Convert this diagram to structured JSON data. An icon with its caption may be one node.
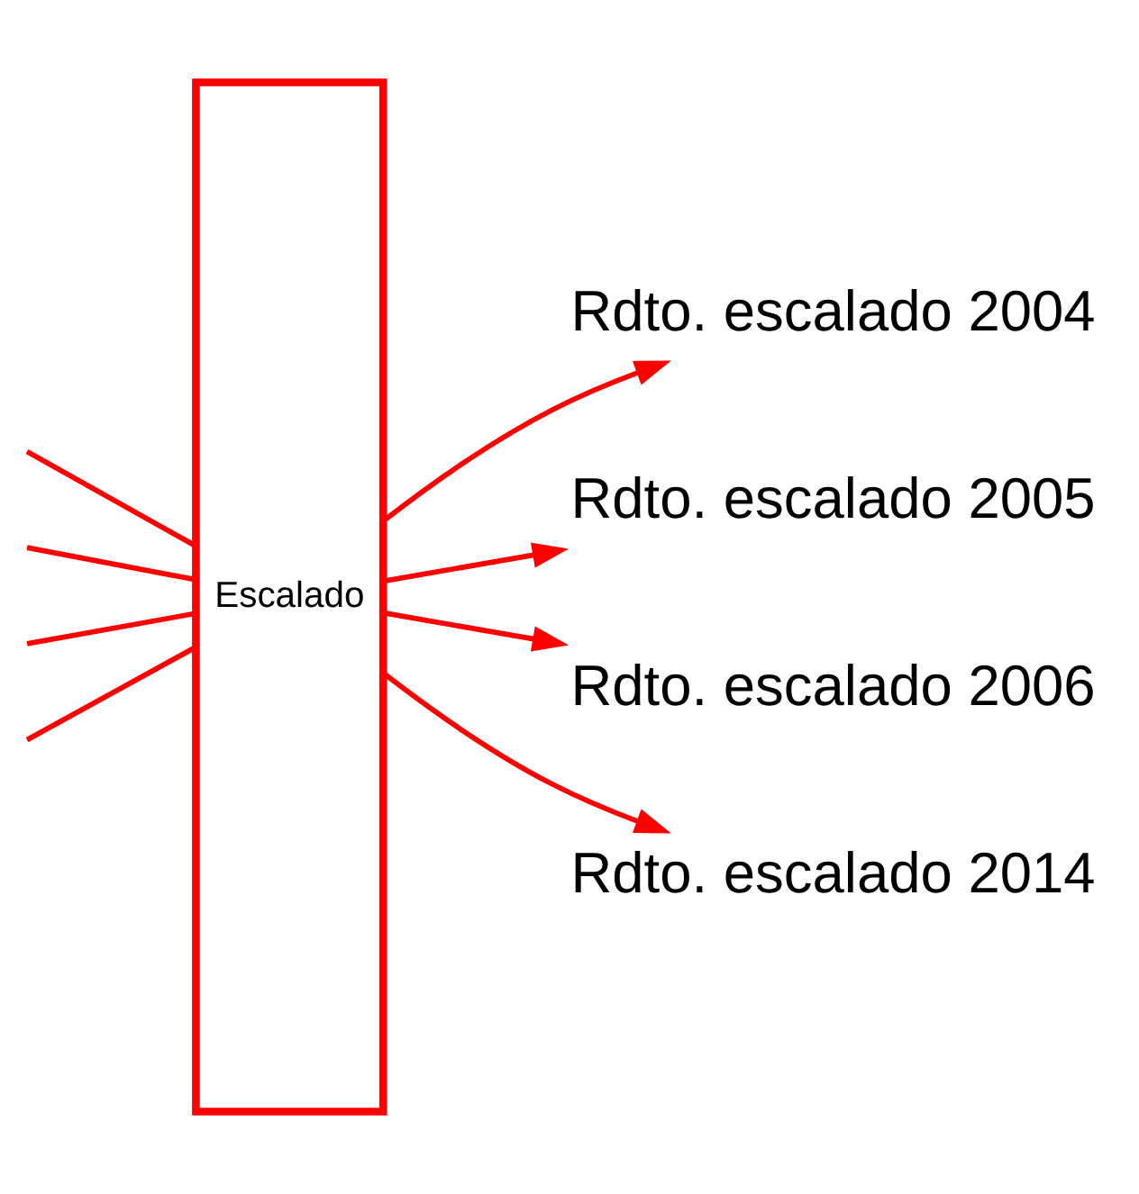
{
  "diagram": {
    "nodes": [
      {
        "text": [
          "Escalado"
        ]
      },
      {
        "text": [
          "Rdto. escalado 2004"
        ]
      },
      {
        "text": [
          "Rdto. escalado 2005"
        ]
      },
      {
        "text": [
          "Rdto. escalado 2006"
        ]
      },
      {
        "text": [
          "Rdto. escalado 2014"
        ]
      }
    ],
    "edges": [
      {
        "from": null,
        "to": 0,
        "arrow": "none"
      },
      {
        "from": null,
        "to": 0,
        "arrow": "none"
      },
      {
        "from": null,
        "to": 0,
        "arrow": "none"
      },
      {
        "from": null,
        "to": 0,
        "arrow": "none"
      },
      {
        "from": 0,
        "to": 1,
        "arrow": "to"
      },
      {
        "from": 0,
        "to": 2,
        "arrow": "to"
      },
      {
        "from": 0,
        "to": 3,
        "arrow": "to"
      },
      {
        "from": 0,
        "to": 4,
        "arrow": "to"
      }
    ]
  }
}
